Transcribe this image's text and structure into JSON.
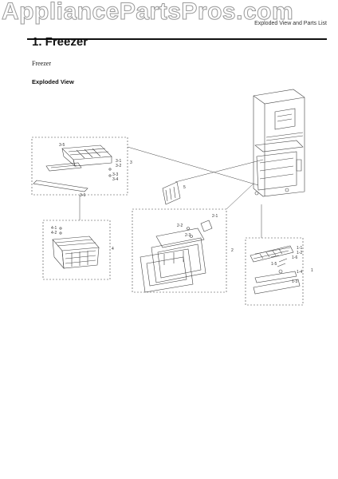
{
  "watermark": "AppliancePartsPros.com",
  "header_note": "Exploded View and Parts List",
  "section_title": "1.  Freezer",
  "subtitle": "Freezer",
  "view_title": "Exploded View",
  "callouts": {
    "basket_top": "3",
    "basket_top_a": "3-1",
    "basket_top_b": "3-2",
    "basket_top_c": "3-3",
    "basket_top_d": "3-4",
    "basket_top_e": "3-5",
    "basket_top_f": "3-6",
    "basket_main": "4",
    "basket_main_a": "4-1",
    "basket_main_b": "4-2",
    "divider": "5",
    "cover": "2",
    "cover_a": "2-1",
    "cover_b": "2-2",
    "cover_c": "2-3",
    "handle": "1",
    "handle_a": "1-1",
    "handle_b": "1-2",
    "handle_c": "1-3",
    "handle_d": "1-4",
    "handle_e": "1-5",
    "handle_f": "1-6"
  }
}
